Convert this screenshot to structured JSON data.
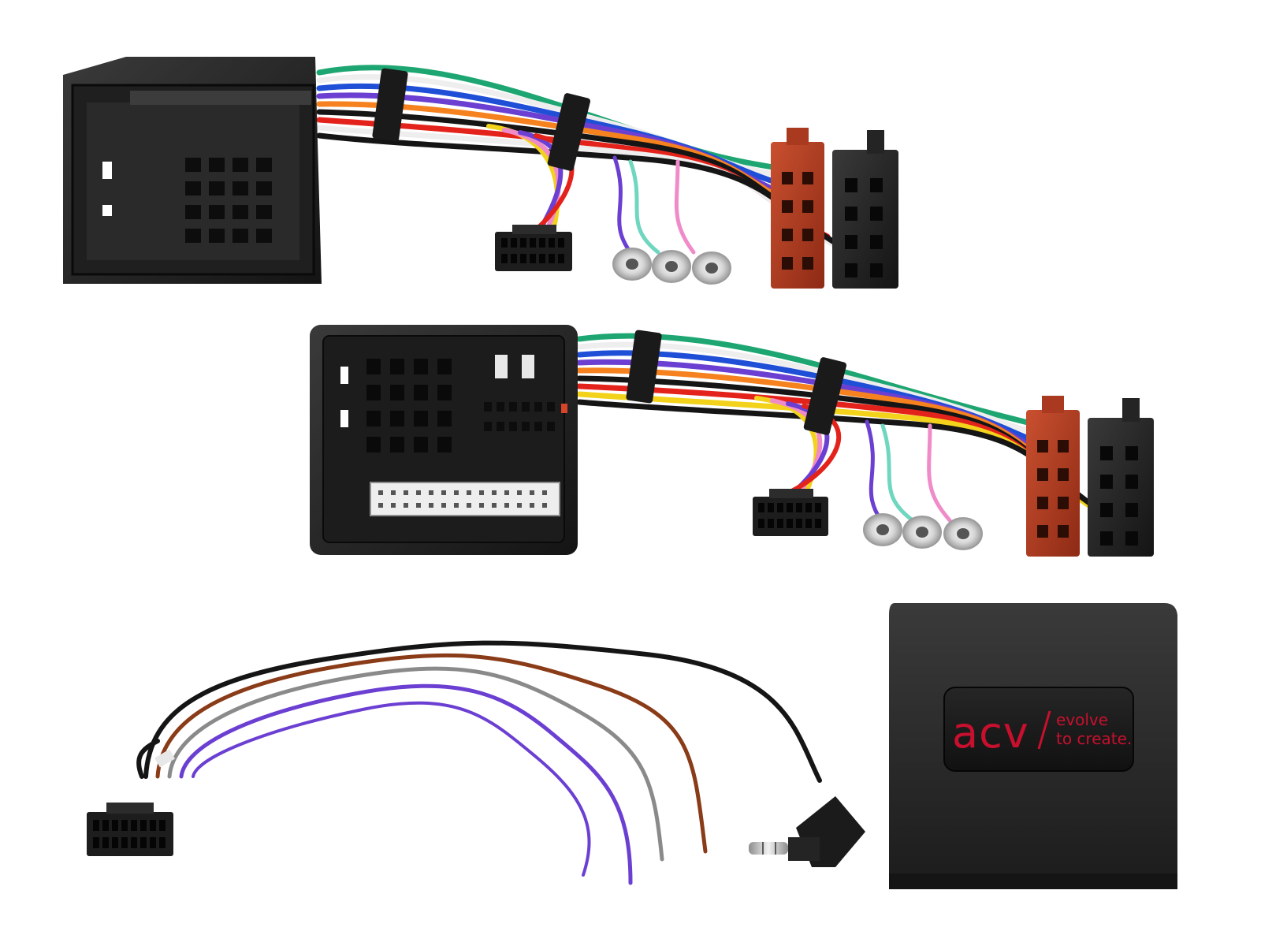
{
  "scene": {
    "description_free": true,
    "background_color": "#ffffff",
    "wire_colors": {
      "green": "#1ea672",
      "blue": "#1f4fd6",
      "violet": "#6b3fd2",
      "white": "#eeeeee",
      "yellow": "#f2d21b",
      "orange": "#f5821f",
      "red": "#e3231b",
      "black": "#151515",
      "grey": "#8a8a8a",
      "pink": "#f08bc9",
      "teal": "#6fd6c0",
      "brown": "#8a3b17"
    },
    "connector_colors": {
      "black": "#1d1d1d",
      "iso_red": "#b83a22",
      "white_block": "#eeeeee"
    }
  },
  "module": {
    "brand": "acv",
    "tagline_line1": "evolve",
    "tagline_line2": "to create."
  }
}
